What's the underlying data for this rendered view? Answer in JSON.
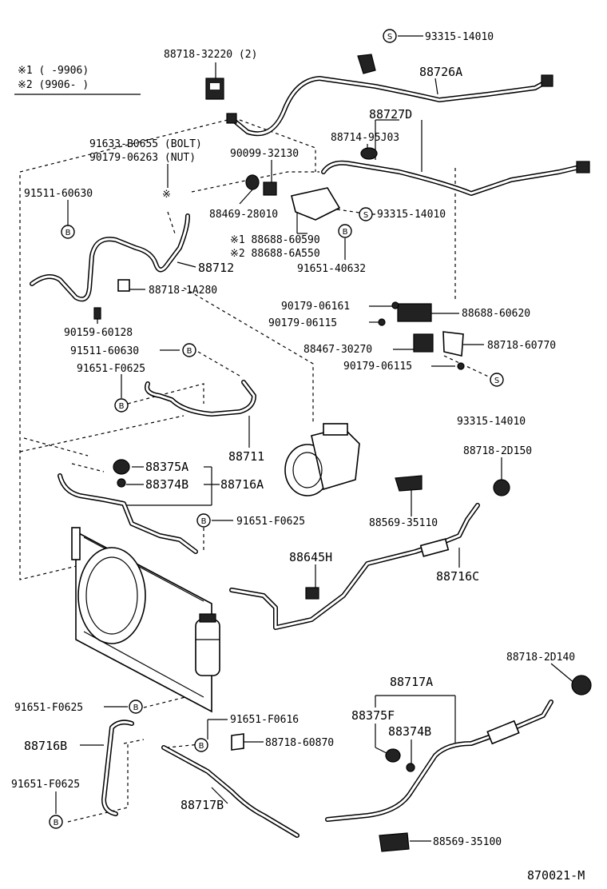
{
  "legend": {
    "line1": "※1 (      -9906)",
    "line2": "※2 (9906-       )"
  },
  "symbols": {
    "screw": "S",
    "bolt": "B",
    "note_mark": "※"
  },
  "labels": {
    "p93315_14010_top": "93315-14010",
    "p88718_32220": "88718-32220 (2)",
    "p88726A": "88726A",
    "p88727D": "88727D",
    "p91633_B0655": "91633-B0655 (BOLT)",
    "p90179_06263": "90179-06263 (NUT)",
    "p88714_95J03": "88714-95J03",
    "p90099_32130": "90099-32130",
    "p91511_60630_a": "91511-60630",
    "p88469_28010": "88469-28010",
    "p93315_14010_mid": "93315-14010",
    "p88688_60590": "※1 88688-60590",
    "p88688_6A550": "※2 88688-6A550",
    "p88712": "88712",
    "p91651_40632": "91651-40632",
    "p88718_1A280": "88718-1A280",
    "p90159_60128": "90159-60128",
    "p90179_06161": "90179-06161",
    "p88688_60620": "88688-60620",
    "p90179_06115_a": "90179-06115",
    "p88467_30270": "88467-30270",
    "p88718_60770": "88718-60770",
    "p91511_60630_b": "91511-60630",
    "p90179_06115_b": "90179-06115",
    "p91651_F0625_a": "91651-F0625",
    "p93315_14010_low": "93315-14010",
    "p88711": "88711",
    "p88718_2D150": "88718-2D150",
    "p88375A": "88375A",
    "p88374B": "88374B",
    "p88716A": "88716A",
    "p88569_35110": "88569-35110",
    "p91651_F0625_b": "91651-F0625",
    "p88645H": "88645H",
    "p88716C": "88716C",
    "p88718_2D140": "88718-2D140",
    "p88717A": "88717A",
    "p91651_F0625_c": "91651-F0625",
    "p88375F": "88375F",
    "p91651_F0616": "91651-F0616",
    "p88374B_b": "88374B",
    "p88716B": "88716B",
    "p88718_60870": "88718-60870",
    "p91651_F0625_d": "91651-F0625",
    "p88717B": "88717B",
    "p88569_35100": "88569-35100",
    "drawing_no": "870021-M"
  }
}
